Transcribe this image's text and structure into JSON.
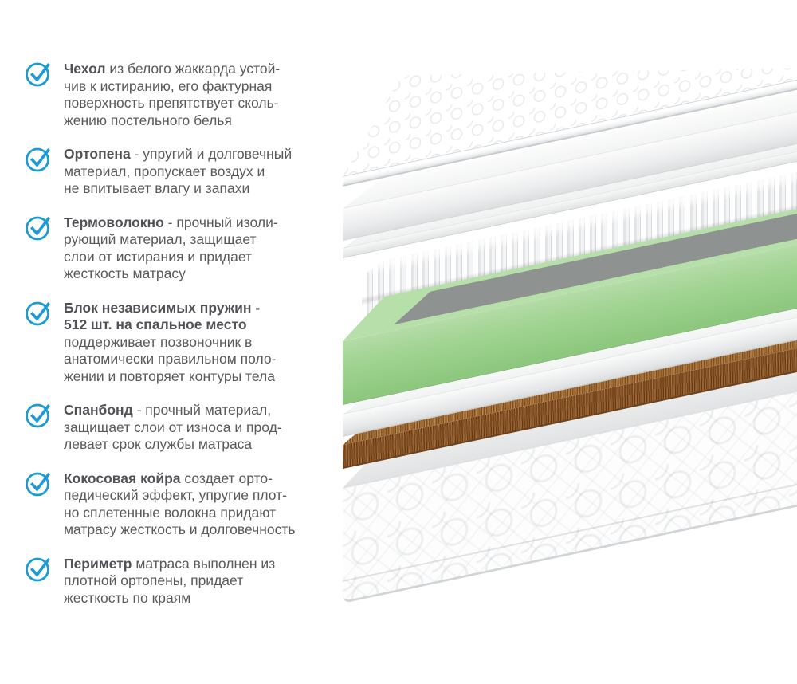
{
  "accent": {
    "check_color": "#1c9ad6",
    "text_color": "#58595b",
    "title_color": "#515256"
  },
  "features": [
    {
      "title": "Чехол",
      "body": " из белого жаккарда устой-\nчив к истиранию, его фактурная\nповерхность препятствует сколь-\nжению постельного белья"
    },
    {
      "title": "Ортопена",
      "body": " - упругий и долговечный\nматериал, пропускает воздух и\nне впитывает влагу и запахи"
    },
    {
      "title": "Термоволокно",
      "body": " - прочный изоли-\nрующий материал, защищает\nслои от истирания и придает\nжесткость матрасу"
    },
    {
      "title": "Блок независимых пружин -\n512 шт. на спальное место",
      "body": "\nподдерживает позвоночник в\nанатомически правильном поло-\nжении и повторяет контуры тела"
    },
    {
      "title": "Спанбонд",
      "body": " - прочный материал,\nзащищает слои от износа и прод-\nлевает срок службы матраса"
    },
    {
      "title": "Кокосовая койра",
      "body": " создает орто-\nпедический эффект, упругие плот-\nно сплетенные волокна придают\nматрасу жесткость и долговечность"
    },
    {
      "title": "Периметр",
      "body": " матраса выполнен из\nплотной ортопены, придает\nжесткость по краям"
    }
  ],
  "illustration": {
    "layers": [
      {
        "id": "cover",
        "description": "quilted white jacquard cover",
        "color": "#ffffff"
      },
      {
        "id": "orthopena",
        "description": "white foam layer",
        "color": "#f3f4f4"
      },
      {
        "id": "thermofelt",
        "description": "thin white insulating sheet",
        "color": "#f0f1f1"
      },
      {
        "id": "spring-block",
        "description": "pocket spring block",
        "color": "#e8eaeb"
      },
      {
        "id": "green-foam",
        "description": "green foam frame",
        "color": "#a9d69b",
        "inset_color": "#8e9290"
      },
      {
        "id": "spanbond",
        "description": "white spunbond sheet",
        "color": "#f2f3f3"
      },
      {
        "id": "coconut-coir",
        "description": "brown coconut coir layer",
        "color": "#8a5527"
      },
      {
        "id": "base-perimeter",
        "description": "quilted base with orthopena perimeter",
        "color": "#fdfdfd",
        "top_color": "#e2e3e4"
      }
    ]
  }
}
